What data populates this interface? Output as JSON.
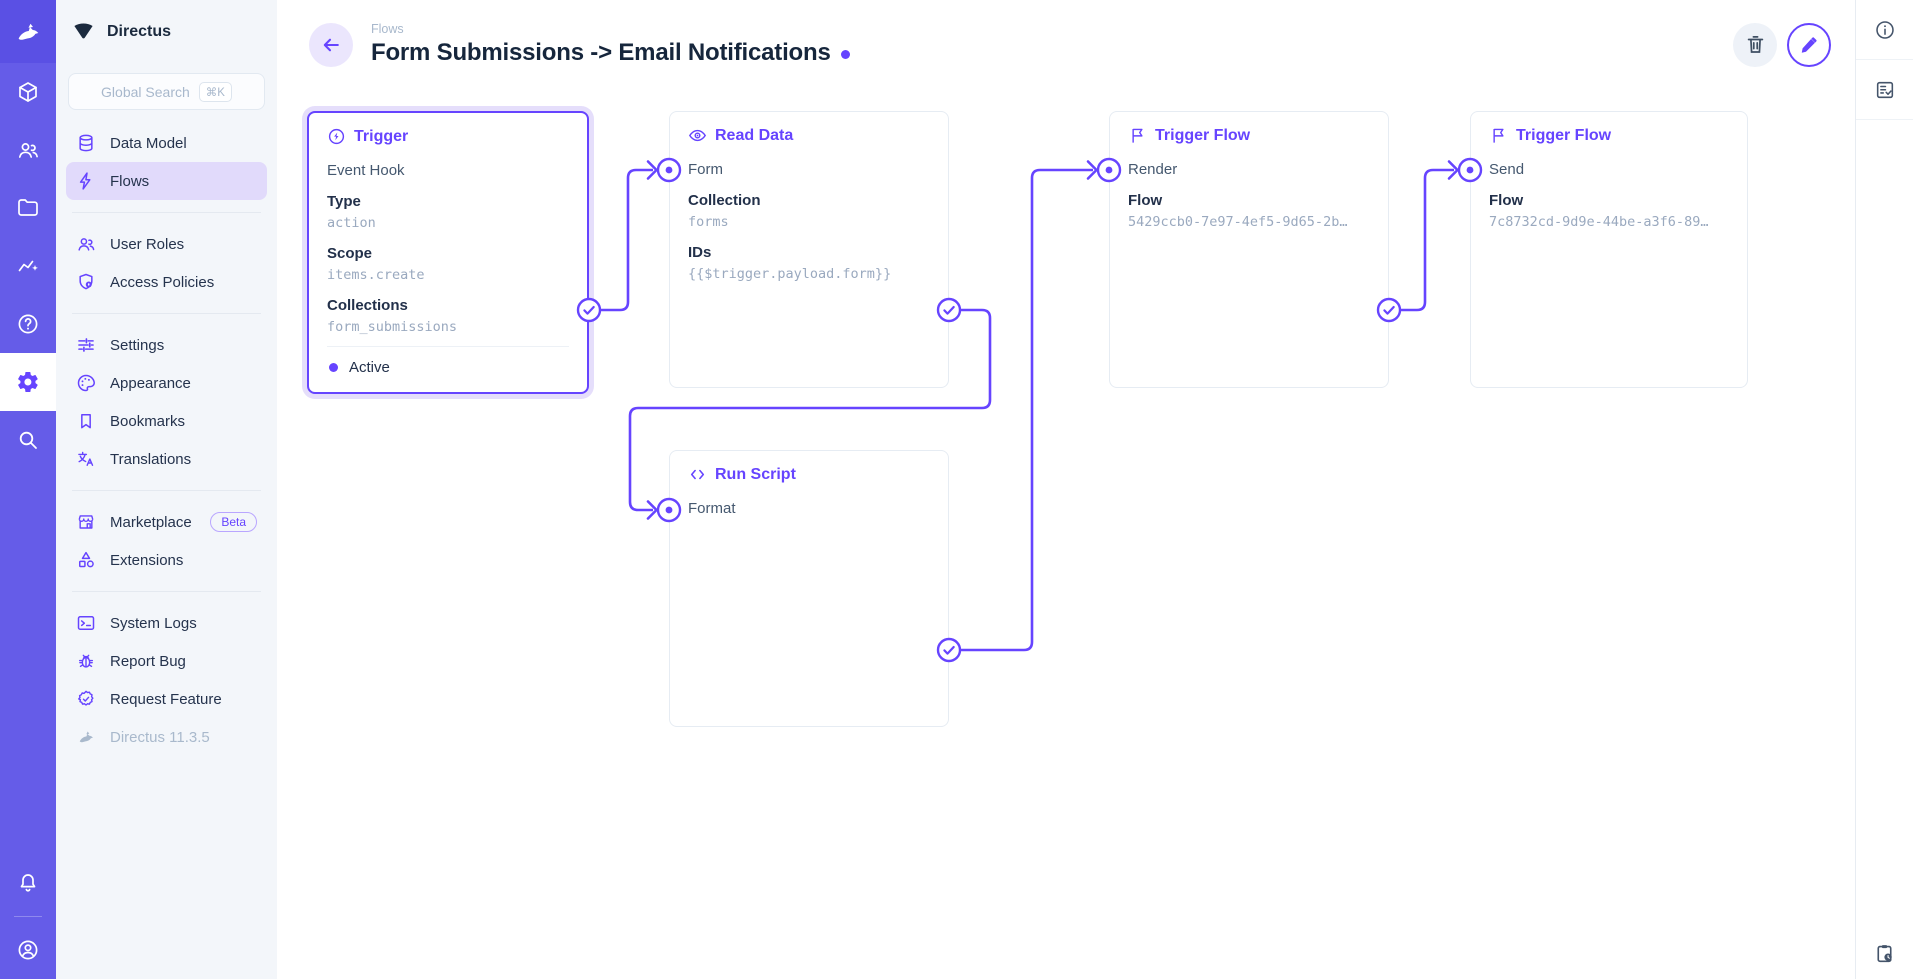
{
  "brand": {
    "name": "Directus",
    "logo_icon": "rabbit-icon"
  },
  "module_bar": {
    "modules": [
      {
        "name": "content",
        "icon": "cube-icon"
      },
      {
        "name": "users",
        "icon": "users-icon"
      },
      {
        "name": "files",
        "icon": "folder-icon"
      },
      {
        "name": "insights",
        "icon": "insights-icon"
      },
      {
        "name": "help",
        "icon": "help-icon"
      },
      {
        "name": "settings",
        "icon": "gear-icon",
        "active": true
      },
      {
        "name": "search",
        "icon": "search-icon"
      }
    ],
    "bottom": [
      {
        "name": "notifications",
        "icon": "bell-icon"
      },
      {
        "name": "account",
        "icon": "account-icon"
      }
    ]
  },
  "sidebar": {
    "project_name": "Directus",
    "search": {
      "placeholder": "Global Search",
      "shortcut": "⌘K"
    },
    "items": [
      {
        "label": "Data Model",
        "icon": "database-icon"
      },
      {
        "label": "Flows",
        "icon": "bolt-icon",
        "active": true
      },
      {
        "label": "User Roles",
        "icon": "user-roles-icon"
      },
      {
        "label": "Access Policies",
        "icon": "shield-lock-icon"
      },
      {
        "label": "Settings",
        "icon": "tune-icon"
      },
      {
        "label": "Appearance",
        "icon": "palette-icon"
      },
      {
        "label": "Bookmarks",
        "icon": "bookmark-icon"
      },
      {
        "label": "Translations",
        "icon": "translate-icon"
      },
      {
        "label": "Marketplace",
        "icon": "storefront-icon",
        "badge": "Beta"
      },
      {
        "label": "Extensions",
        "icon": "category-icon"
      },
      {
        "label": "System Logs",
        "icon": "terminal-icon"
      },
      {
        "label": "Report Bug",
        "icon": "bug-icon"
      },
      {
        "label": "Request Feature",
        "icon": "verified-icon"
      }
    ],
    "version": "Directus 11.3.5"
  },
  "header": {
    "breadcrumb": "Flows",
    "title": "Form Submissions -> Email Notifications",
    "actions": [
      {
        "name": "delete",
        "icon": "trash-icon"
      },
      {
        "name": "edit",
        "icon": "pencil-icon"
      }
    ]
  },
  "flow": {
    "nodes": [
      {
        "id": "trigger",
        "type_label": "Trigger",
        "icon": "bolt-circle-icon",
        "name": "Event Hook",
        "fields": [
          {
            "label": "Type",
            "value": "action"
          },
          {
            "label": "Scope",
            "value": "items.create"
          },
          {
            "label": "Collections",
            "value": "form_submissions"
          }
        ],
        "status": "Active"
      },
      {
        "id": "read-data",
        "type_label": "Read Data",
        "icon": "eye-icon",
        "name": "Form",
        "fields": [
          {
            "label": "Collection",
            "value": "forms"
          },
          {
            "label": "IDs",
            "value": "{{$trigger.payload.form}}"
          }
        ]
      },
      {
        "id": "trigger-flow-render",
        "type_label": "Trigger Flow",
        "icon": "flag-icon",
        "name": "Render",
        "fields": [
          {
            "label": "Flow",
            "value": "5429ccb0-7e97-4ef5-9d65-2b…"
          }
        ]
      },
      {
        "id": "trigger-flow-send",
        "type_label": "Trigger Flow",
        "icon": "flag-icon",
        "name": "Send",
        "fields": [
          {
            "label": "Flow",
            "value": "7c8732cd-9d9e-44be-a3f6-89…"
          }
        ]
      },
      {
        "id": "run-script",
        "type_label": "Run Script",
        "icon": "code-icon",
        "name": "Format",
        "fields": []
      }
    ]
  },
  "right_sidebar": {
    "icons": [
      "info-icon",
      "logs-icon"
    ],
    "bottom_icon": "clipboard-clock-icon"
  },
  "colors": {
    "accent": "#6644FF",
    "module_bar": "#655CE8",
    "active_nav_bg": "#E1DAFB",
    "title_text": "#16263C",
    "muted_text": "#A8B8CC",
    "value_text": "#9AA9BF"
  }
}
